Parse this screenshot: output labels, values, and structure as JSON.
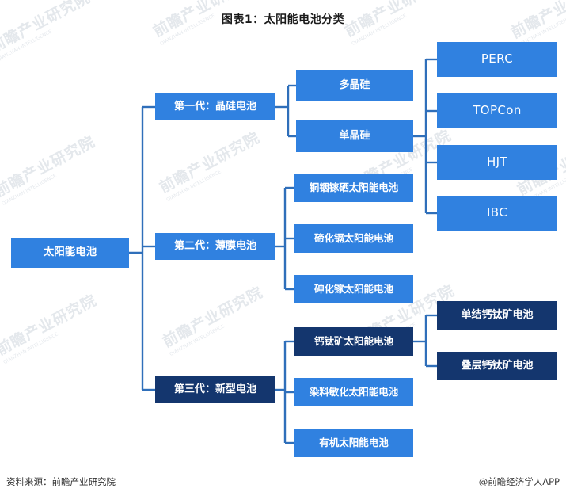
{
  "title": "图表1：太阳能电池分类",
  "footer": {
    "source": "资料来源：前瞻产业研究院",
    "brand": "@前瞻经济学人APP"
  },
  "watermark": {
    "main": "前瞻产业研究院",
    "sub": "QIANZHAN INTELLIGENCE"
  },
  "colors": {
    "blue": "#3081e0",
    "navy": "#14366e",
    "connector": "#2f6fba",
    "text_on_node": "#ffffff",
    "title_text": "#1a1a1a"
  },
  "chart_data": {
    "type": "diagram",
    "title": "图表1：太阳能电池分类",
    "root": {
      "label": "太阳能电池",
      "style": "blue"
    },
    "generations": [
      {
        "label": "第一代：晶硅电池",
        "style": "blue",
        "children": [
          {
            "label": "多晶硅",
            "style": "blue",
            "children": []
          },
          {
            "label": "单晶硅",
            "style": "blue",
            "children": [
              {
                "label": "PERC",
                "style": "blue"
              },
              {
                "label": "TOPCon",
                "style": "blue"
              },
              {
                "label": "HJT",
                "style": "blue"
              },
              {
                "label": "IBC",
                "style": "blue"
              }
            ]
          }
        ]
      },
      {
        "label": "第二代：薄膜电池",
        "style": "blue",
        "children": [
          {
            "label": "铜铟镓硒太阳能电池",
            "style": "blue",
            "children": []
          },
          {
            "label": "碲化镉太阳能电池",
            "style": "blue",
            "children": []
          },
          {
            "label": "砷化镓太阳能电池",
            "style": "blue",
            "children": []
          }
        ]
      },
      {
        "label": "第三代：新型电池",
        "style": "navy",
        "children": [
          {
            "label": "钙钛矿太阳能电池",
            "style": "navy",
            "children": [
              {
                "label": "单结钙钛矿电池",
                "style": "navy"
              },
              {
                "label": "叠层钙钛矿电池",
                "style": "navy"
              }
            ]
          },
          {
            "label": "染料敏化太阳能电池",
            "style": "blue",
            "children": []
          },
          {
            "label": "有机太阳能电池",
            "style": "blue",
            "children": []
          }
        ]
      }
    ]
  },
  "nodes": {
    "root": "太阳能电池",
    "gen1": "第一代：晶硅电池",
    "gen2": "第二代：薄膜电池",
    "gen3": "第三代：新型电池",
    "poly_si": "多晶硅",
    "mono_si": "单晶硅",
    "perc": "PERC",
    "topcon": "TOPCon",
    "hjt": "HJT",
    "ibc": "IBC",
    "cigs": "铜铟镓硒太阳能电池",
    "cdte": "碲化镉太阳能电池",
    "gaas": "砷化镓太阳能电池",
    "perovskite": "钙钛矿太阳能电池",
    "dssc": "染料敏化太阳能电池",
    "organic": "有机太阳能电池",
    "single_perovskite": "单结钙钛矿电池",
    "tandem_perovskite": "叠层钙钛矿电池"
  }
}
